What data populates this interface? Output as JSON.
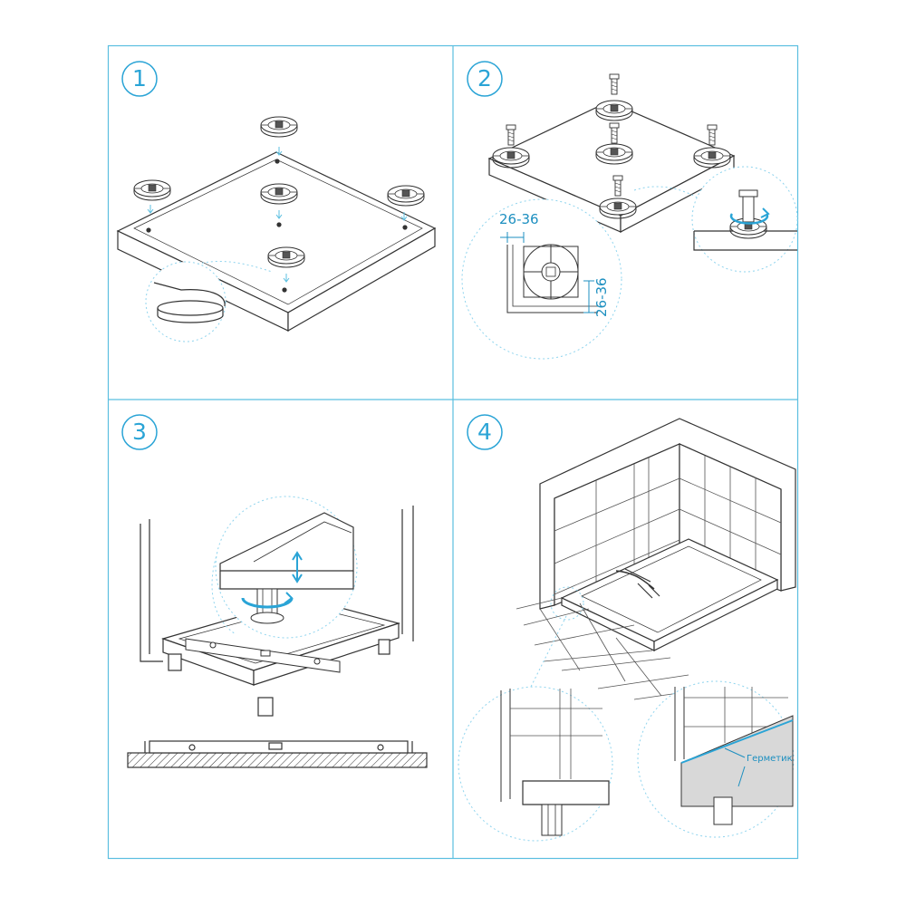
{
  "steps": [
    {
      "number": "1"
    },
    {
      "number": "2"
    },
    {
      "number": "3"
    },
    {
      "number": "4"
    }
  ],
  "dimensions": {
    "horizontal": "26-36",
    "vertical": "26-36"
  },
  "labels": {
    "sealant": "Герметик"
  },
  "colors": {
    "frame": "#5bbfe0",
    "accent": "#2aa4d6",
    "line": "#333333",
    "detail": "#8fd4ee"
  }
}
